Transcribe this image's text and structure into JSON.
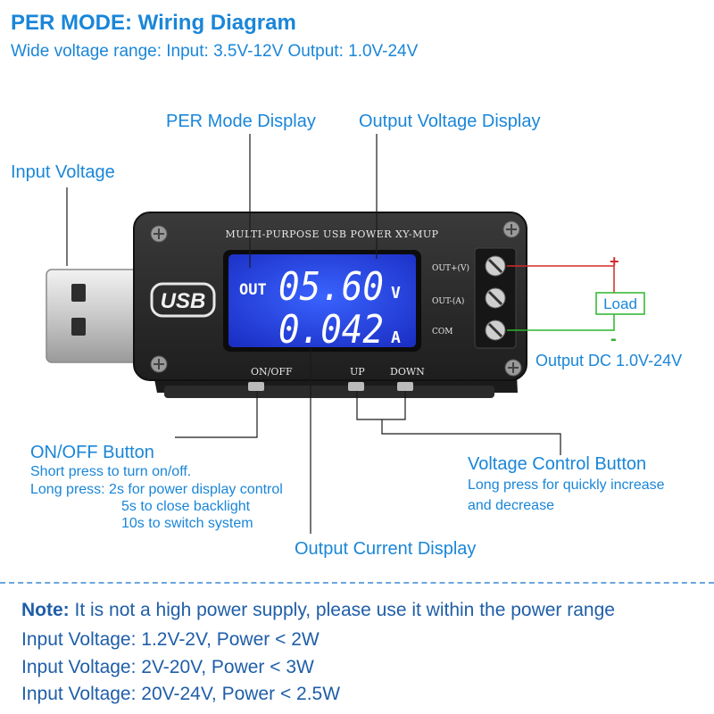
{
  "header": {
    "title": "PER MODE: Wiring Diagram",
    "subtitle": "Wide voltage range: Input: 3.5V-12V Output: 1.0V-24V"
  },
  "callouts": {
    "per_mode_display": "PER Mode Display",
    "output_voltage_display": "Output Voltage Display",
    "input_voltage": "Input Voltage",
    "output_dc": "Output DC 1.0V-24V",
    "onoff_title": "ON/OFF Button",
    "onoff_lines": [
      "Short press to turn on/off.",
      "Long press: 2s for power display control",
      "5s to close backlight",
      "10s to switch system"
    ],
    "voltage_control_title": "Voltage Control Button",
    "voltage_control_lines": [
      "Long press for quickly increase",
      "and decrease"
    ],
    "output_current_display": "Output Current Display"
  },
  "device": {
    "board_title": "MULTI-PURPOSE USB POWER XY-MUP",
    "usb_logo": "USB",
    "lcd_out_label": "OUT",
    "lcd_voltage": "05.60",
    "lcd_voltage_unit": "V",
    "lcd_current": "0.042",
    "lcd_current_unit": "A",
    "terminal_labels": [
      "OUT+(V)",
      "OUT-(A)",
      "COM"
    ],
    "onoff_label": "ON/OFF",
    "up_label": "UP",
    "down_label": "DOWN",
    "load_label": "Load",
    "plus_sign": "+",
    "minus_sign": "-",
    "colors": {
      "lcd_bg": "#1e3cd8",
      "board": "#2a2a2a",
      "wire_pos": "#d42a2a",
      "wire_neg": "#2bb52b",
      "accent": "#1a86d8"
    }
  },
  "note": {
    "key": "Note:",
    "text": " It is not a high power supply, please use it within the power range",
    "lines": [
      "Input Voltage: 1.2V-2V, Power < 2W",
      "Input Voltage: 2V-20V, Power < 3W",
      "Input Voltage: 20V-24V, Power < 2.5W"
    ]
  }
}
